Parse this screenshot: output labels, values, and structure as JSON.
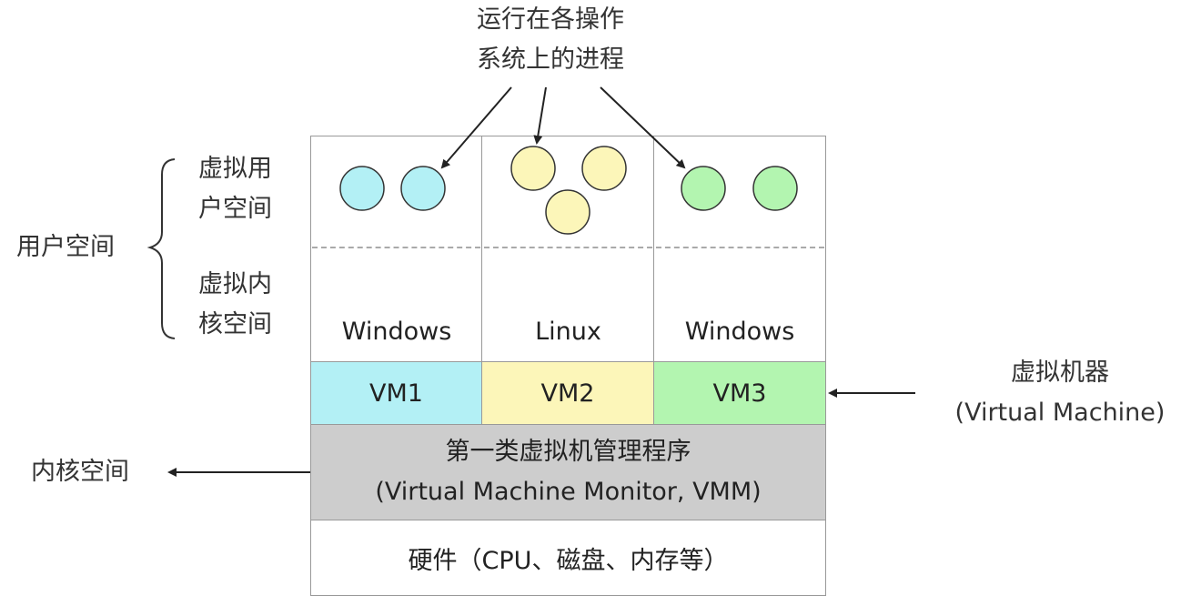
{
  "top_label": {
    "line1": "运行在各操作",
    "line2": "系统上的进程"
  },
  "left": {
    "virtual_user_space": {
      "line1": "虚拟用",
      "line2": "户空间"
    },
    "virtual_kernel_space": {
      "line1": "虚拟内",
      "line2": "核空间"
    },
    "user_space": "用户空间",
    "kernel_space": "内核空间"
  },
  "right": {
    "line1": "虚拟机器",
    "line2": "(Virtual Machine)"
  },
  "os": [
    "Windows",
    "Linux",
    "Windows"
  ],
  "vms": [
    {
      "label": "VM1",
      "color": "#b3f0f5"
    },
    {
      "label": "VM2",
      "color": "#fcf6b9"
    },
    {
      "label": "VM3",
      "color": "#b3f5b0"
    }
  ],
  "process_colors": [
    "#b3f0f5",
    "#fcf6b9",
    "#b3f5b0"
  ],
  "vmm": {
    "line1": "第一类虚拟机管理程序",
    "line2": "(Virtual Machine Monitor, VMM)",
    "color": "#cdcdcd"
  },
  "hardware": "硬件（CPU、磁盘、内存等）"
}
